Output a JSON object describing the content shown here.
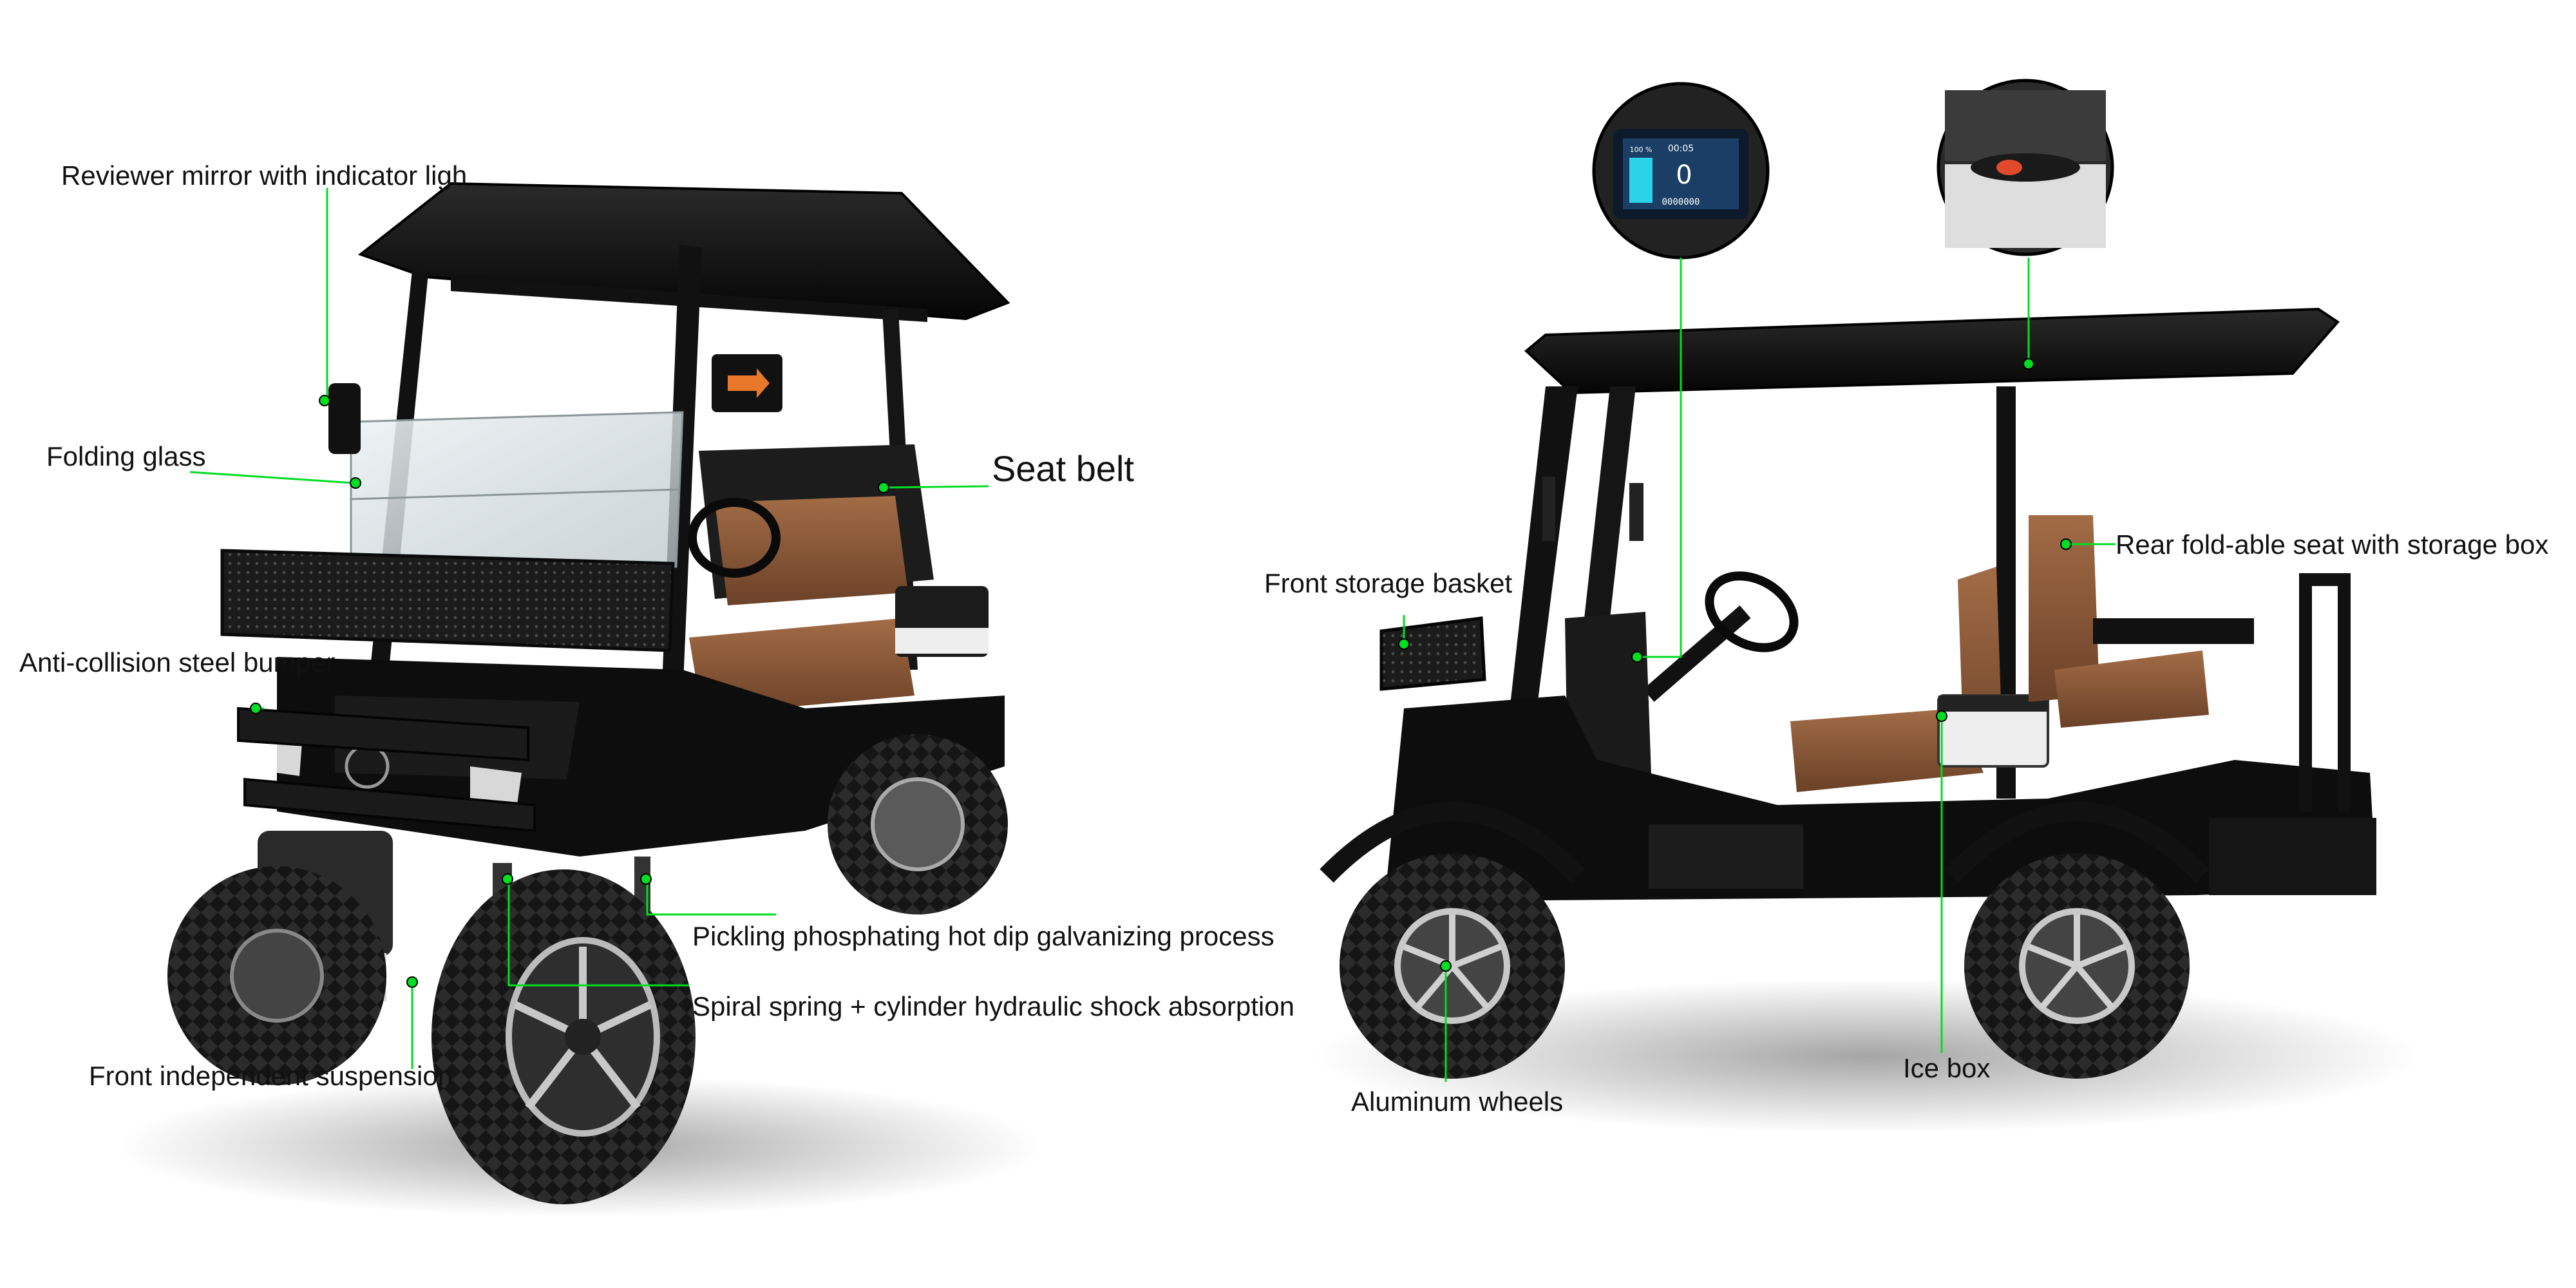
{
  "labels": {
    "mirror": "Reviewer mirror with indicator ligh",
    "folding_glass": "Folding glass",
    "seat_belt": "Seat belt",
    "bumper": "Anti-collision steel bumper",
    "pickling": "Pickling phosphating hot dip galvanizing process",
    "spring": "Spiral spring + cylinder hydraulic shock absorption",
    "front_suspension": "Front independent suspension",
    "front_basket": "Front storage basket",
    "rear_seat": "Rear fold-able seat with storage box",
    "aluminum_wheels": "Aluminum wheels",
    "ice_box": "Ice box"
  },
  "display_inset": {
    "time": "00:05",
    "speed": "0",
    "battery": "100 %",
    "odometer": "0000000"
  },
  "colors": {
    "callout": "#00dd22",
    "body": "#0d0d0d",
    "seat": "#8b5a3a",
    "rim": "#b8b8b8"
  }
}
